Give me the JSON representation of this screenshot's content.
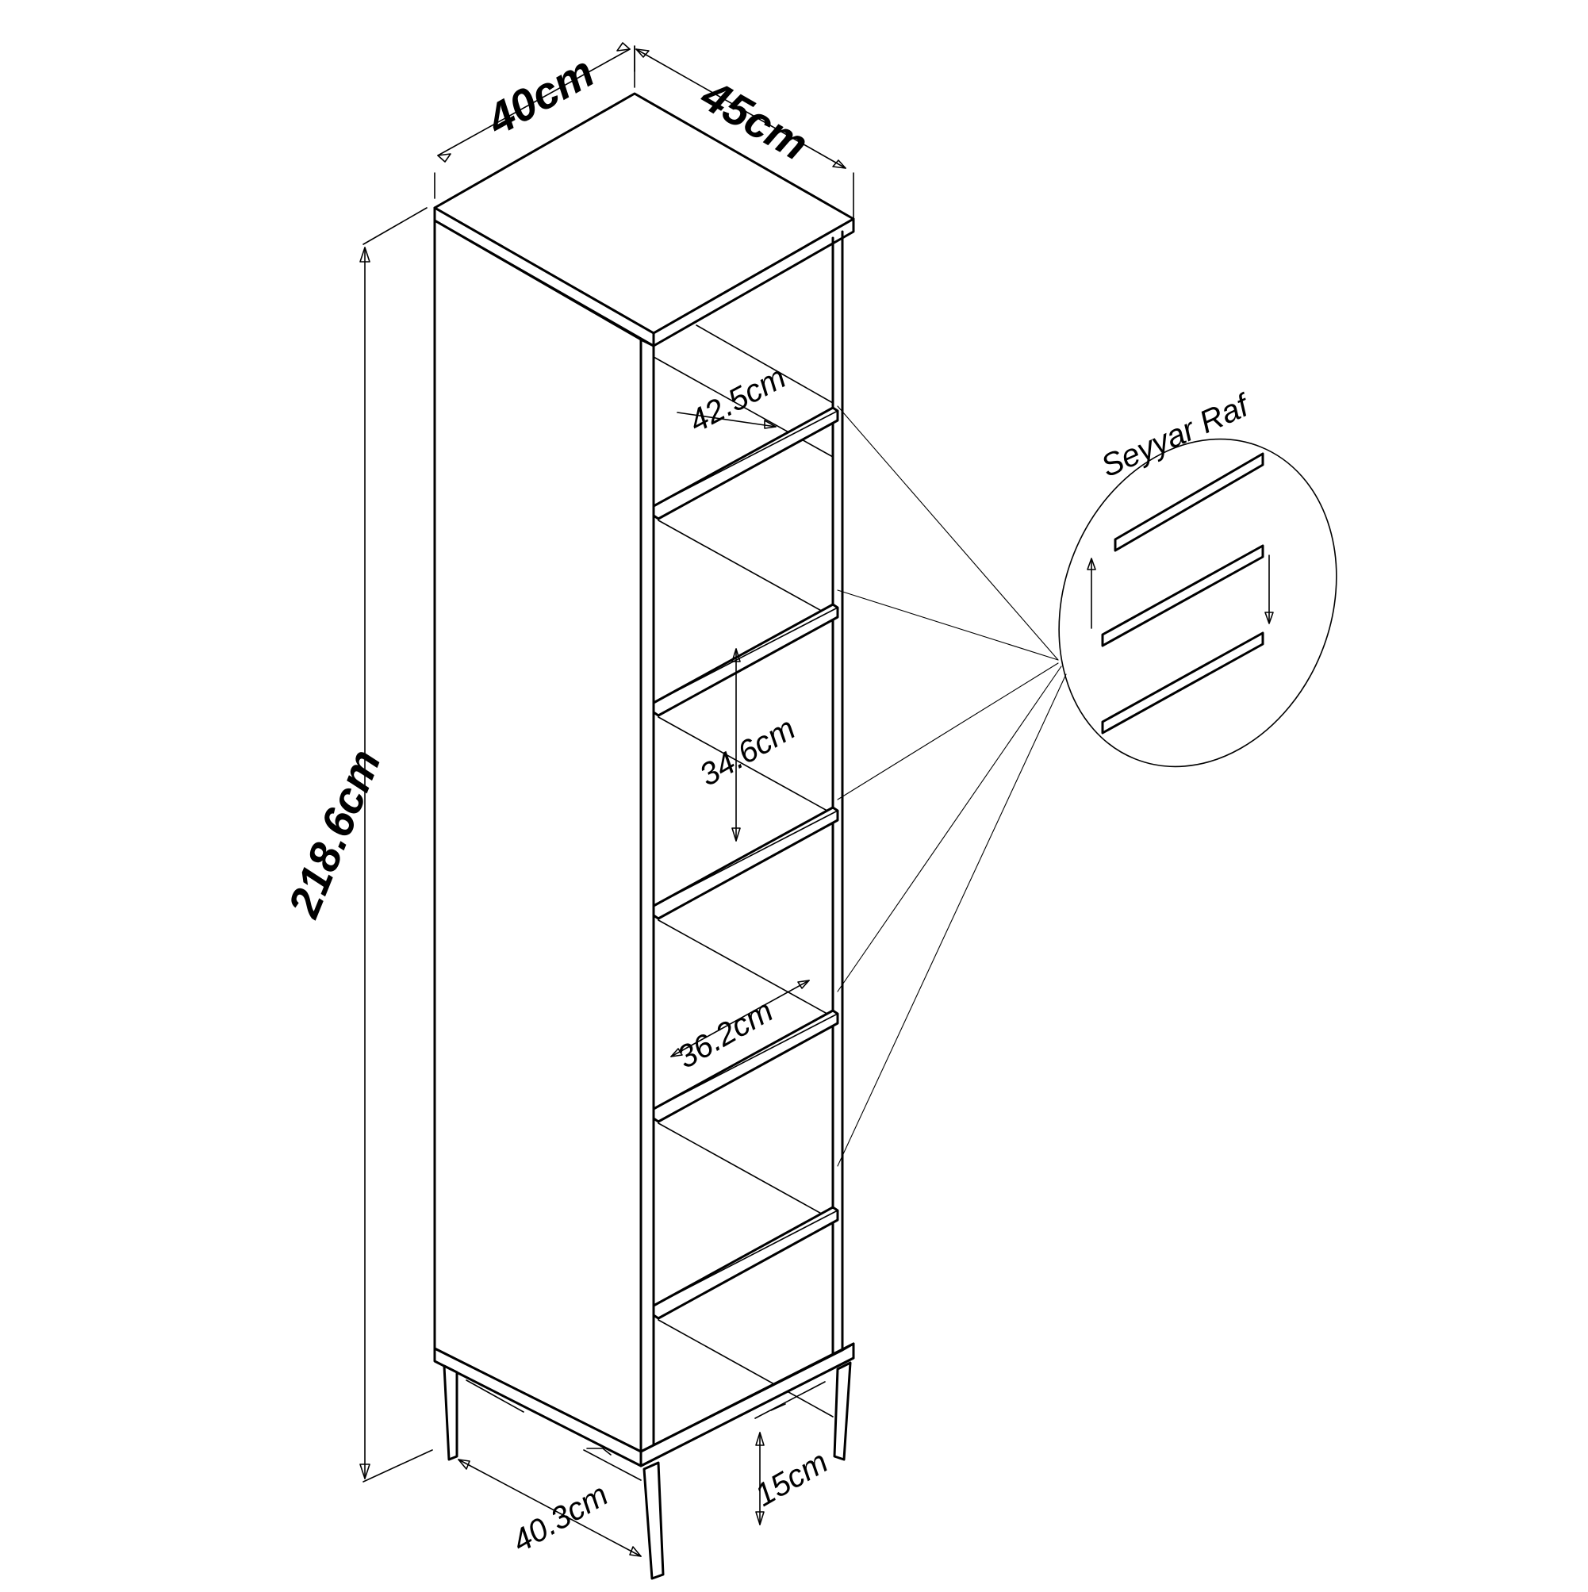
{
  "dimensions": {
    "width": "40cm",
    "depth": "45cm",
    "height": "218.6cm",
    "shelf_depth": "42.5cm",
    "shelf_spacing": "34.6cm",
    "shelf_width": "36.2cm",
    "base_width": "40.3cm",
    "leg_height": "15cm"
  },
  "detail": {
    "label": "Seyyar Raf"
  },
  "colors": {
    "line": "#000000",
    "background": "#ffffff"
  }
}
